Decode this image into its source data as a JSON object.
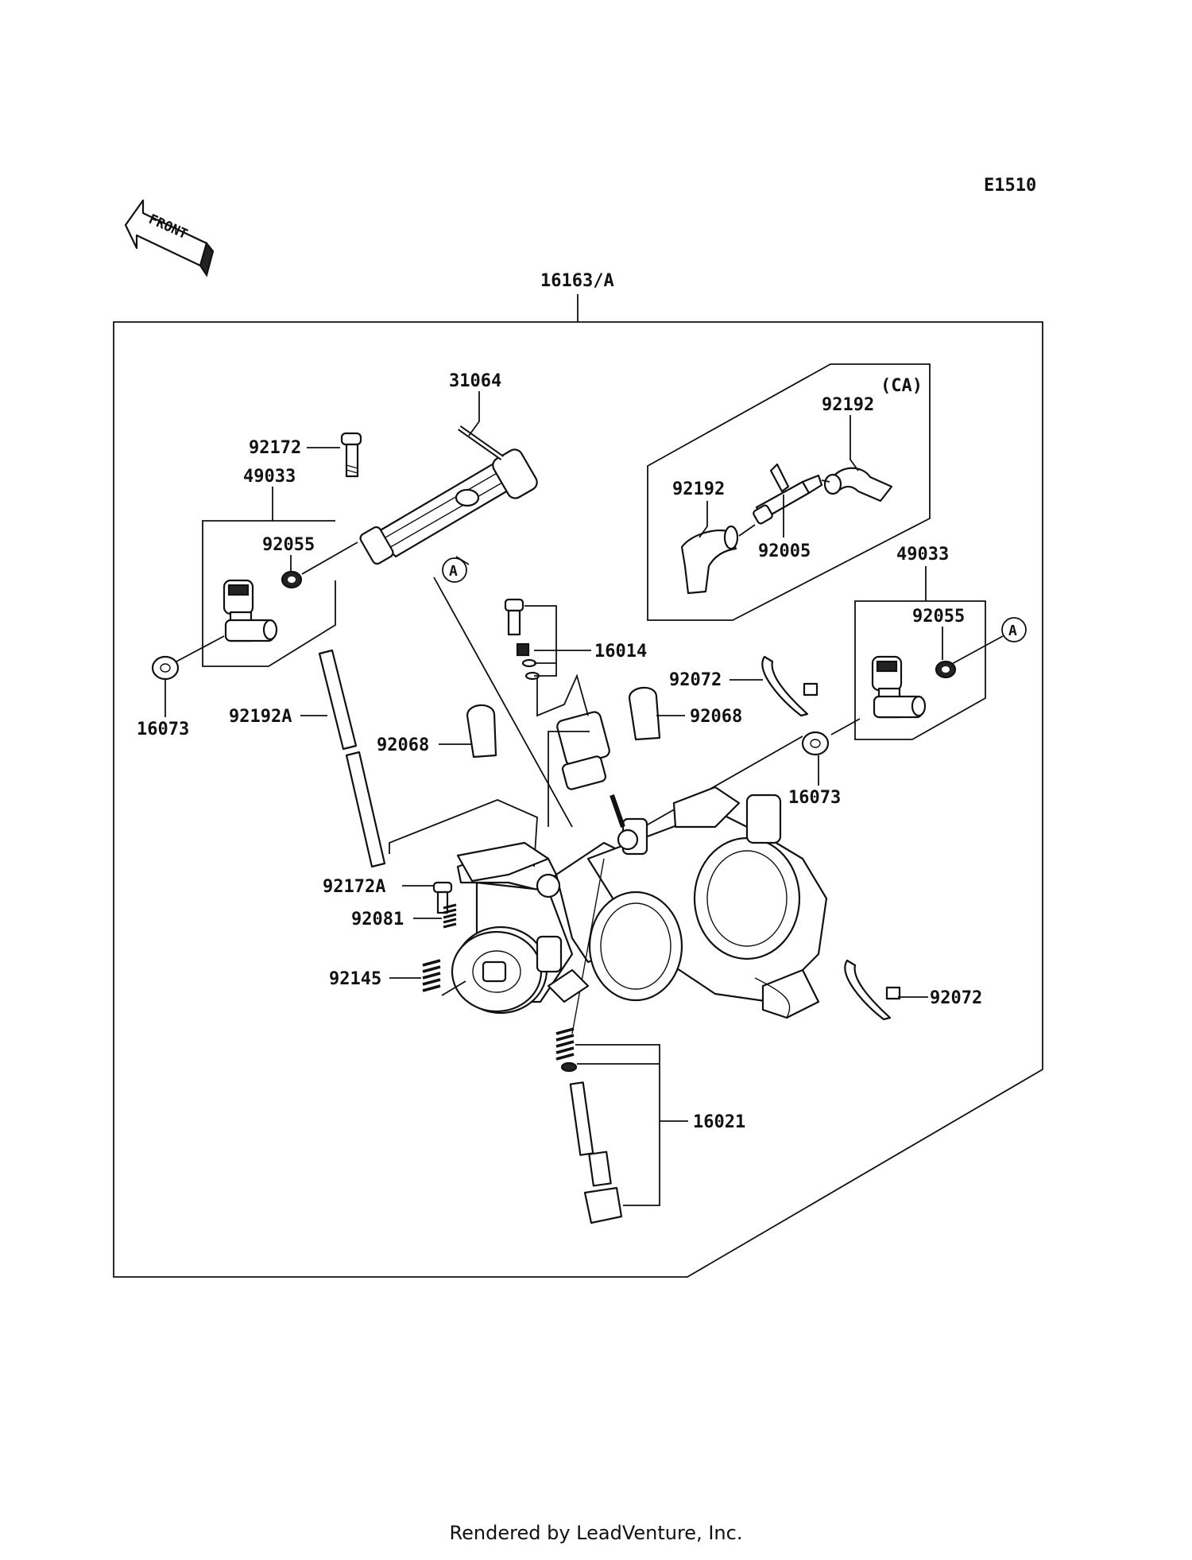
{
  "diagram_code": "E1510",
  "front_label": "FRONT",
  "assembly_label": "16163/A",
  "sub_kit_label": "(CA)",
  "ref_marker": "A",
  "parts": {
    "p31064": "31064",
    "p92172": "92172",
    "p49033_left": "49033",
    "p92055_left": "92055",
    "p16073_left": "16073",
    "p92192a": "92192A",
    "p92192_top": "92192",
    "p92192_left": "92192",
    "p92005": "92005",
    "p49033_right": "49033",
    "p92055_right": "92055",
    "p16014": "16014",
    "p92072_top": "92072",
    "p92068_right": "92068",
    "p92068_left": "92068",
    "p16073_right": "16073",
    "p92172a": "92172A",
    "p92081": "92081",
    "p92145": "92145",
    "p92072_bottom": "92072",
    "p16021": "16021"
  },
  "footer": "Rendered by LeadVenture, Inc."
}
